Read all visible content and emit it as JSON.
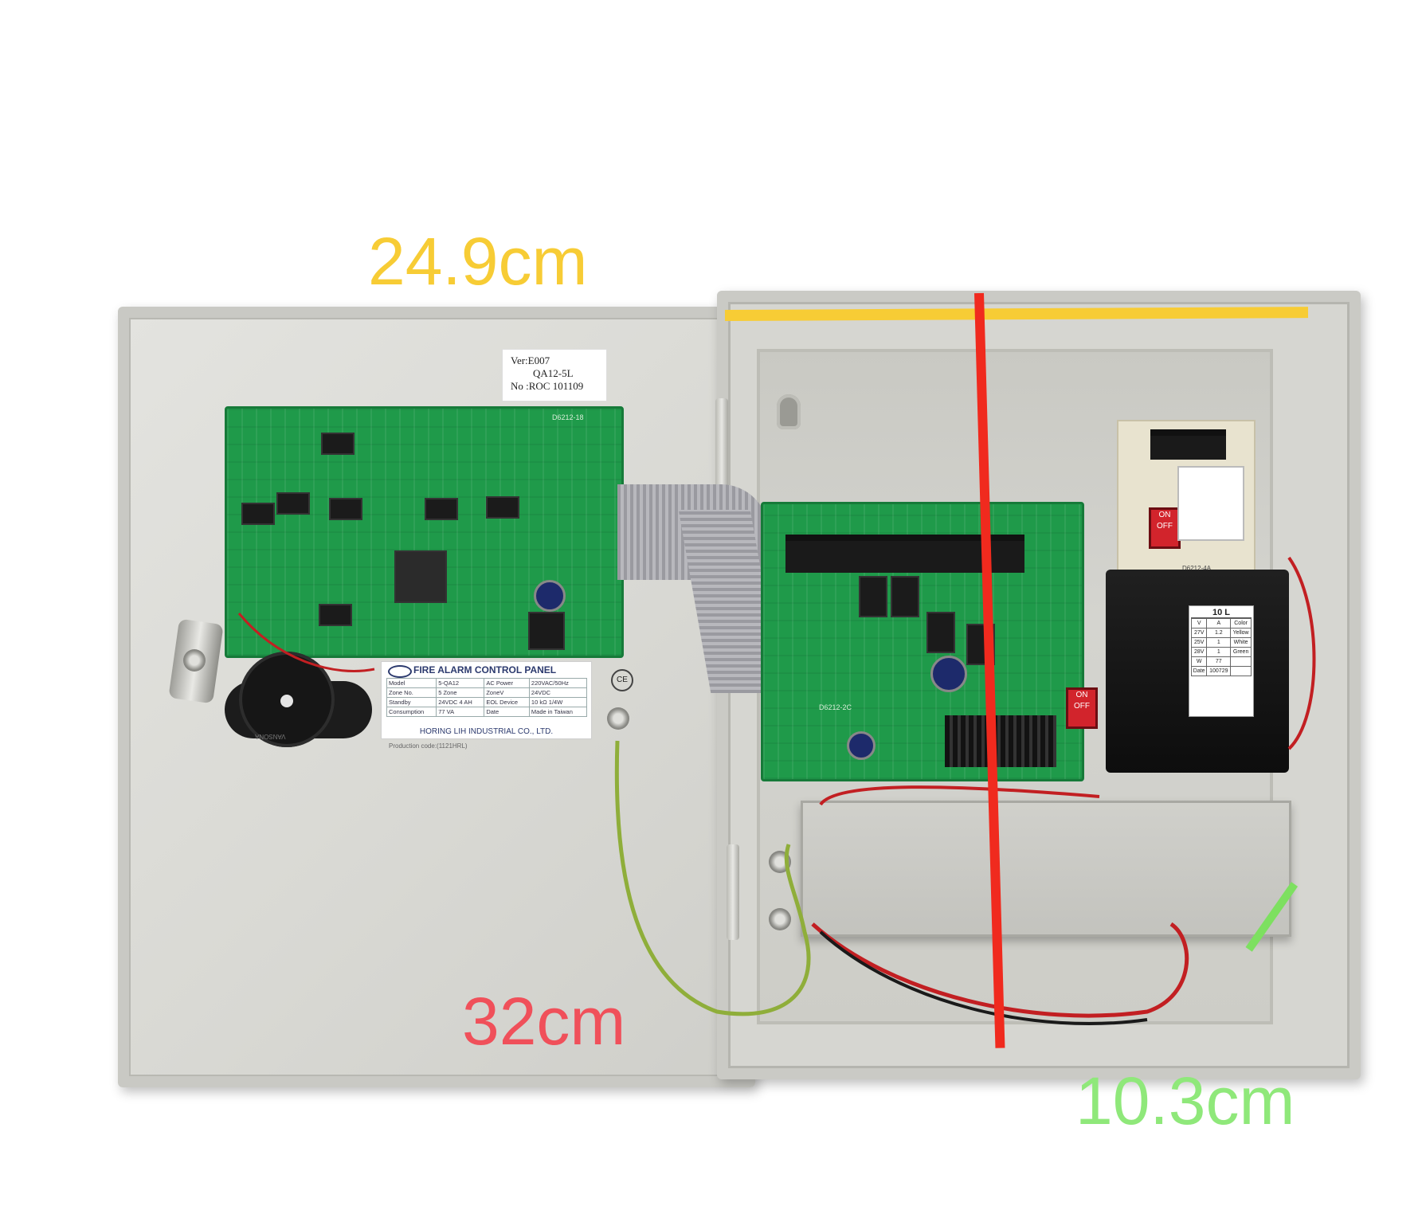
{
  "dimensions": {
    "width_label": "24.9cm",
    "height_label": "32cm",
    "depth_label": "10.3cm"
  },
  "colors": {
    "width_line": "#f7cc35",
    "height_line": "#f02a1e",
    "depth_line": "#7de060"
  },
  "version_label": {
    "line1": "Ver:E007",
    "line2": "QA12-5L",
    "line3": "No :ROC 101109"
  },
  "nameplate": {
    "title": "FIRE ALARM CONTROL PANEL",
    "rows": [
      [
        "Model",
        "5-QA12",
        "AC Power",
        "220VAC/50Hz"
      ],
      [
        "Zone No.",
        "5 Zone",
        "ZoneV",
        "24VDC"
      ],
      [
        "Standby",
        "24VDC 4 AH",
        "EOL Device",
        "10 kΩ 1/4W"
      ],
      [
        "Consumption",
        "77 VA",
        "Date",
        "Made in Taiwan"
      ]
    ],
    "company": "HORING LIH INDUSTRIAL CO., LTD.",
    "production_code": "Production code:(1121HRL)",
    "ce": "CE"
  },
  "boards": {
    "top_board_code": "D6212-18",
    "main_board_code": "D6212-2C",
    "power_board_code": "D6212-4A"
  },
  "transformer_label": {
    "model": "10 L",
    "rows": [
      [
        "V",
        "A",
        "Color"
      ],
      [
        "27V",
        "1.2",
        "Yellow"
      ],
      [
        "25V",
        "1",
        "White"
      ],
      [
        "28V",
        "1",
        "Green"
      ],
      [
        "W",
        "77",
        ""
      ],
      [
        "Date",
        "100729",
        ""
      ]
    ]
  },
  "switch_labels": {
    "on": "ON",
    "off": "OFF"
  },
  "buzzer_text": "VANSONA"
}
